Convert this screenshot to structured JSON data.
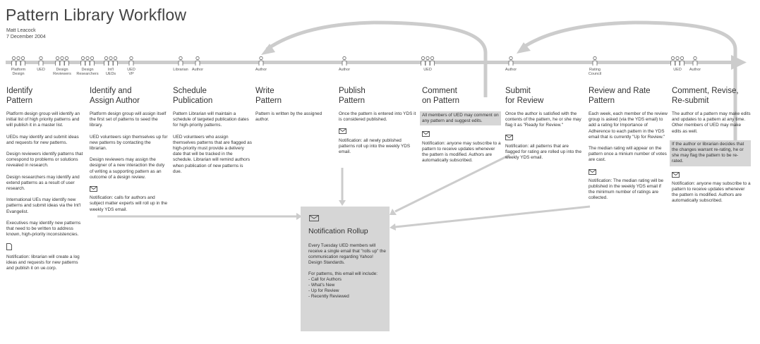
{
  "title": "Pattern Library Workflow",
  "author": "Matt Leacock",
  "date": "7 December 2004",
  "roles": [
    {
      "label": "Platform\nDesign"
    },
    {
      "label": "UED"
    },
    {
      "label": "Design\nReviewers"
    },
    {
      "label": "Design\nResearchers"
    },
    {
      "label": "Int'l\nUEDs"
    },
    {
      "label": "UED\nVP"
    },
    {
      "label": "Librarian"
    },
    {
      "label": "Author"
    },
    {
      "label": "Author"
    },
    {
      "label": "Author"
    },
    {
      "label": "UED"
    },
    {
      "label": "Author"
    },
    {
      "label": "Rating\nCouncil"
    },
    {
      "label": "UED"
    },
    {
      "label": "Author"
    }
  ],
  "steps": [
    {
      "title": "Identify\nPattern",
      "paragraphs": [
        "Platform design group will identify an initial list of high priority patterns and will publish it in a master list.",
        "UEDs may identify and submit ideas and requests for new patterns.",
        "Design reviewers identify patterns that correspond to problems or solutions revealed in research.",
        "Design researchers may identify and extend patterns as a result of user research.",
        "International UEs may identify new patterns and submit ideas via the Int'l Evangelist.",
        "Executives may identify new patterns that need to be written to address known, high-priority inconsistencies."
      ],
      "notification": "Notification: librarian will create a log ideas and requests for new patterns and publish it on ue.corp."
    },
    {
      "title": "Identify and\nAssign Author",
      "paragraphs": [
        "Platform design group will assign itself the first set of patterns to seed the library.",
        "UED volunteers sign themselves up for new patterns by contacting the librarian.",
        "Design reviewers may assign the designer of a new interaction the duty of writing a supporting pattern as an outcome of a design review."
      ],
      "notification": "Notification: calls for authors and subject matter experts will roll up in the weekly YDS email."
    },
    {
      "title": "Schedule\nPublication",
      "paragraphs": [
        "Pattern Librarian will maintain a schedule of targeted publication dates for high-priority patterns.",
        "UED volunteers who assign themselves patterns that are flagged as high-priority must provide a delivery date that will be tracked in the schedule. Librarian will remind authors when publication of new patterns is due."
      ]
    },
    {
      "title": "Write\nPattern",
      "paragraphs": [
        "Pattern is written by the assigned author."
      ]
    },
    {
      "title": "Publish\nPattern",
      "paragraphs": [
        "Once the pattern is entered into YDS it is considered published."
      ],
      "notification": "Notification: all newly published patterns roll up into the weekly YDS email."
    },
    {
      "title": "Comment\non Pattern",
      "highlight": "All members of UED may comment on any pattern and suggest edits.",
      "notification": "Notification: anyone may subscribe to a pattern to receive updates whenever the pattern is modified. Authors are automatically subscribed."
    },
    {
      "title": "Submit\nfor Review",
      "paragraphs": [
        "Once the author is satisfied with the contents of the pattern, he or she may flag it as \"Ready for Review.\""
      ],
      "notification": "Notification: all patterns that are flagged for rating are rolled up into the weekly YDS email."
    },
    {
      "title": "Review and Rate\nPattern",
      "paragraphs": [
        "Each week, each member of the review group is asked (via the YDS email) to add a rating for Importance of Adherence to each pattern in the YDS email that is currently \"Up for Review.\"",
        "The median rating will appear on the pattern once a minium number of votes are cast."
      ],
      "notification": "Notification: The median rating will be published in the weekly YDS email if the minimum number of ratings are collected."
    },
    {
      "title": "Comment, Revise,\nRe-submit",
      "paragraphs": [
        "The author of a pattern may make edits and updates to a pattern at any time. Other members of UED may make edits as well."
      ],
      "highlight": "If the author or librarian decides that the changes warrant re-rating, he or she may flag the pattern to be re-rated.",
      "notification": "Notification: anyone may subscribe to a pattern to receive updates whenever the pattern is modified. Authors are automatically subscribed."
    }
  ],
  "rollup": {
    "title": "Notification Rollup",
    "intro": "Every Tuesday UED members will receive a single email that \"rolls up\" the communication regarding Yahoo! Design Standards.",
    "list_intro": "For patterns, this email will include:",
    "items": [
      "- Call for Authors",
      "- What's New",
      "- Up for Review",
      "- Recently Reviewed"
    ]
  },
  "colors": {
    "arrow": "#cccccc",
    "highlight": "#d6d6d6",
    "text": "#333333"
  }
}
